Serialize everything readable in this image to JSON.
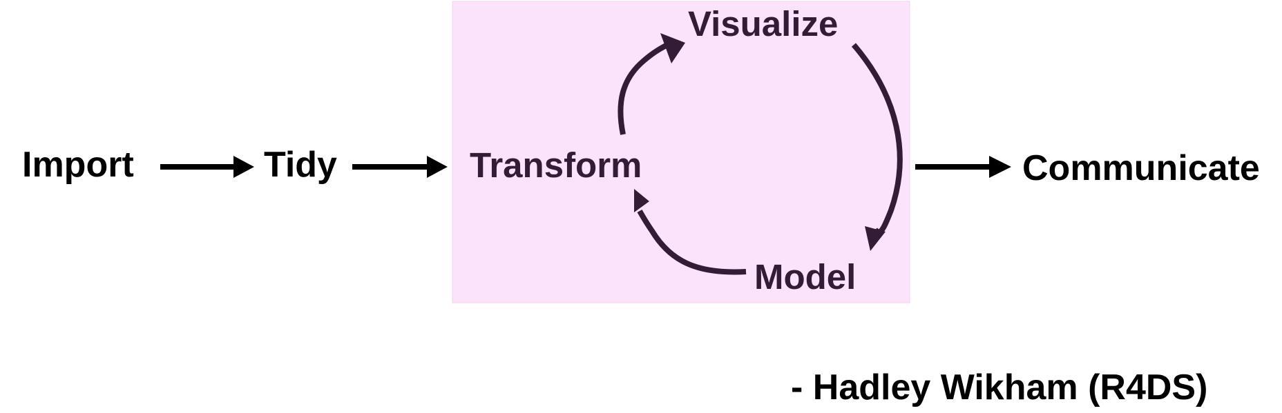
{
  "nodes": {
    "import": "Import",
    "tidy": "Tidy",
    "transform": "Transform",
    "visualize": "Visualize",
    "model": "Model",
    "communicate": "Communicate"
  },
  "attribution": "- Hadley Wikham (R4DS)",
  "colors": {
    "text": "#000000",
    "cycle_text": "#321c36",
    "cycle_box_fill": "#fbe4fb",
    "arrow": "#000000",
    "cycle_arrow": "#321c36"
  }
}
